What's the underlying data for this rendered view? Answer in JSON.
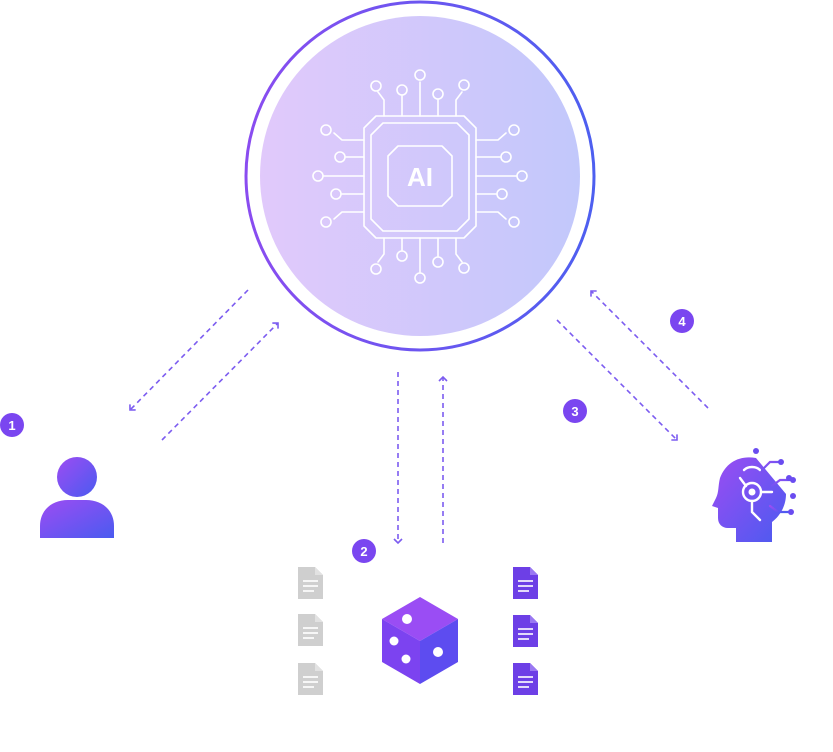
{
  "hub": {
    "chip_label": "AI",
    "icon": "ai-chip-icon"
  },
  "steps": [
    {
      "number": "1",
      "actor": "user",
      "icon": "user-icon"
    },
    {
      "number": "2",
      "actor": "data-cube",
      "icon": "cube-icon"
    },
    {
      "number": "3",
      "actor": "ai-head",
      "icon": "ai-head-icon"
    },
    {
      "number": "4",
      "actor": "ai-head",
      "icon": "ai-head-icon"
    }
  ],
  "documents": {
    "left_icon": "document-icon",
    "right_icon": "document-icon",
    "left_color": "#c8c8c8",
    "right_color": "#6d3fe6"
  },
  "colors": {
    "accent_purple": "#7b4df0",
    "accent_blue": "#4d5ff0",
    "circle_fill_start": "#e0c8fb",
    "circle_fill_end": "#c3c7fb",
    "arrow": "#7c5cf0",
    "badge": "#7a46f0"
  }
}
